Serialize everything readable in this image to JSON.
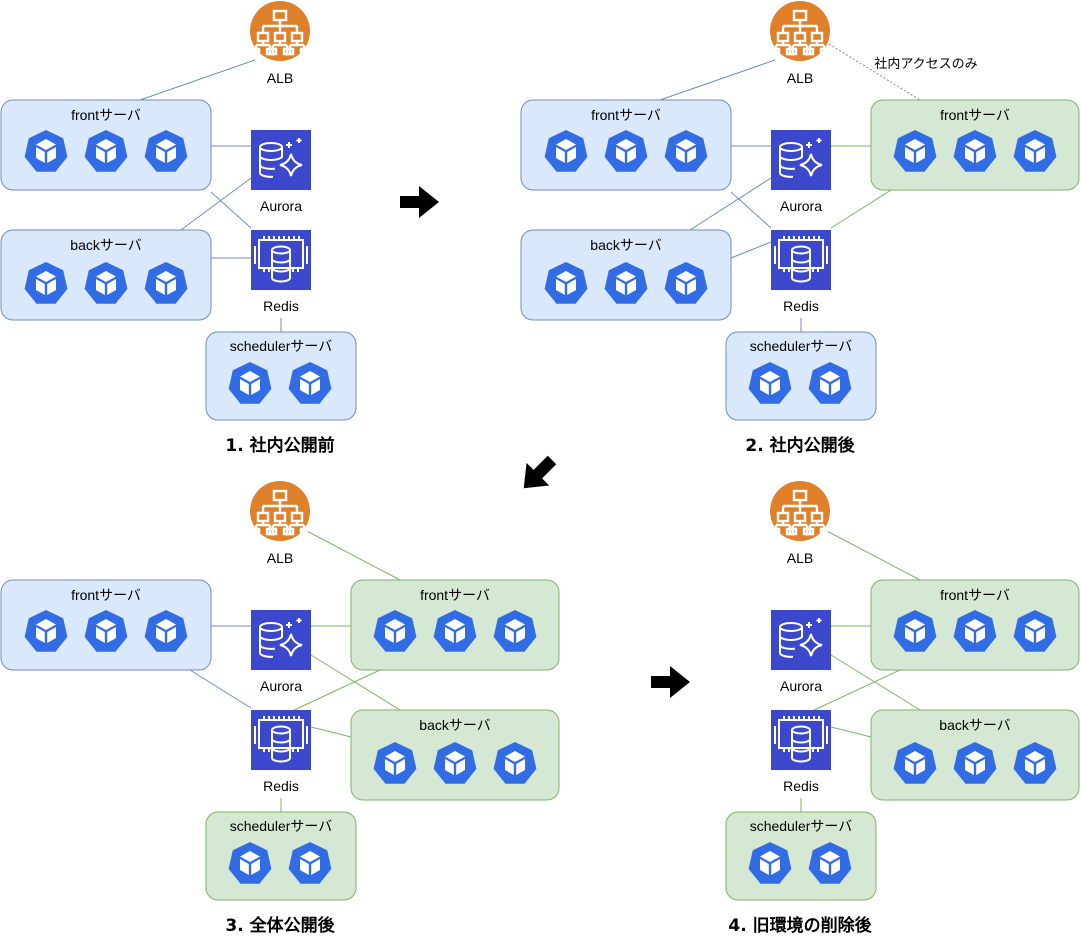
{
  "colors": {
    "old_fill": "#dae8fc",
    "old_stroke": "#6c8ebf",
    "new_fill": "#d5e8d4",
    "new_stroke": "#82b366",
    "alb_orange": "#e0802b",
    "aws_service_blue": "#3b48cc",
    "k8s_blue": "#326ce5",
    "arrow": "#000000"
  },
  "icons": {
    "alb": "load-balancer-icon",
    "aurora": "aurora-database-icon",
    "redis": "elasticache-redis-icon",
    "pod": "kubernetes-pod-icon",
    "arrow": "step-arrow-icon"
  },
  "labels": {
    "alb": "ALB",
    "aurora": "Aurora",
    "redis": "Redis",
    "front": "frontサーバ",
    "back": "backサーバ",
    "scheduler": "schedulerサーバ",
    "internal_only": "社内アクセスのみ"
  },
  "panels": [
    {
      "caption": "1. 社内公開前"
    },
    {
      "caption": "2. 社内公開後"
    },
    {
      "caption": "3. 全体公開後"
    },
    {
      "caption": "4. 旧環境の削除後"
    }
  ]
}
